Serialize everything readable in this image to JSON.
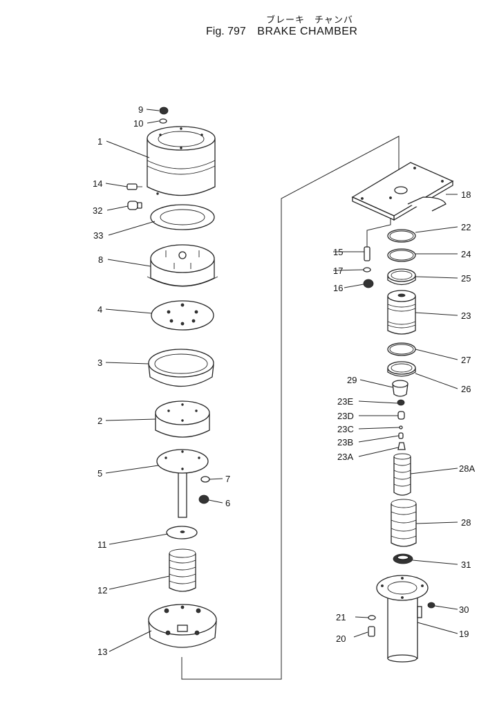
{
  "title": {
    "japanese": "ブレーキ　チャンバ",
    "figure": "Fig. 797",
    "name": "BRAKE CHAMBER"
  },
  "labels": {
    "p1": "1",
    "p2": "2",
    "p3": "3",
    "p4": "4",
    "p5": "5",
    "p6": "6",
    "p7": "7",
    "p8": "8",
    "p9": "9",
    "p10": "10",
    "p11": "11",
    "p12": "12",
    "p13": "13",
    "p14": "14",
    "p15": "15",
    "p16": "16",
    "p17": "17",
    "p18": "18",
    "p19": "19",
    "p20": "20",
    "p21": "21",
    "p22": "22",
    "p23": "23",
    "p23a": "23A",
    "p23b": "23B",
    "p23c": "23C",
    "p23d": "23D",
    "p23e": "23E",
    "p24": "24",
    "p25": "25",
    "p26": "26",
    "p27": "27",
    "p28": "28",
    "p28a": "28A",
    "p29": "29",
    "p30": "30",
    "p31": "31",
    "p32": "32",
    "p33": "33"
  }
}
